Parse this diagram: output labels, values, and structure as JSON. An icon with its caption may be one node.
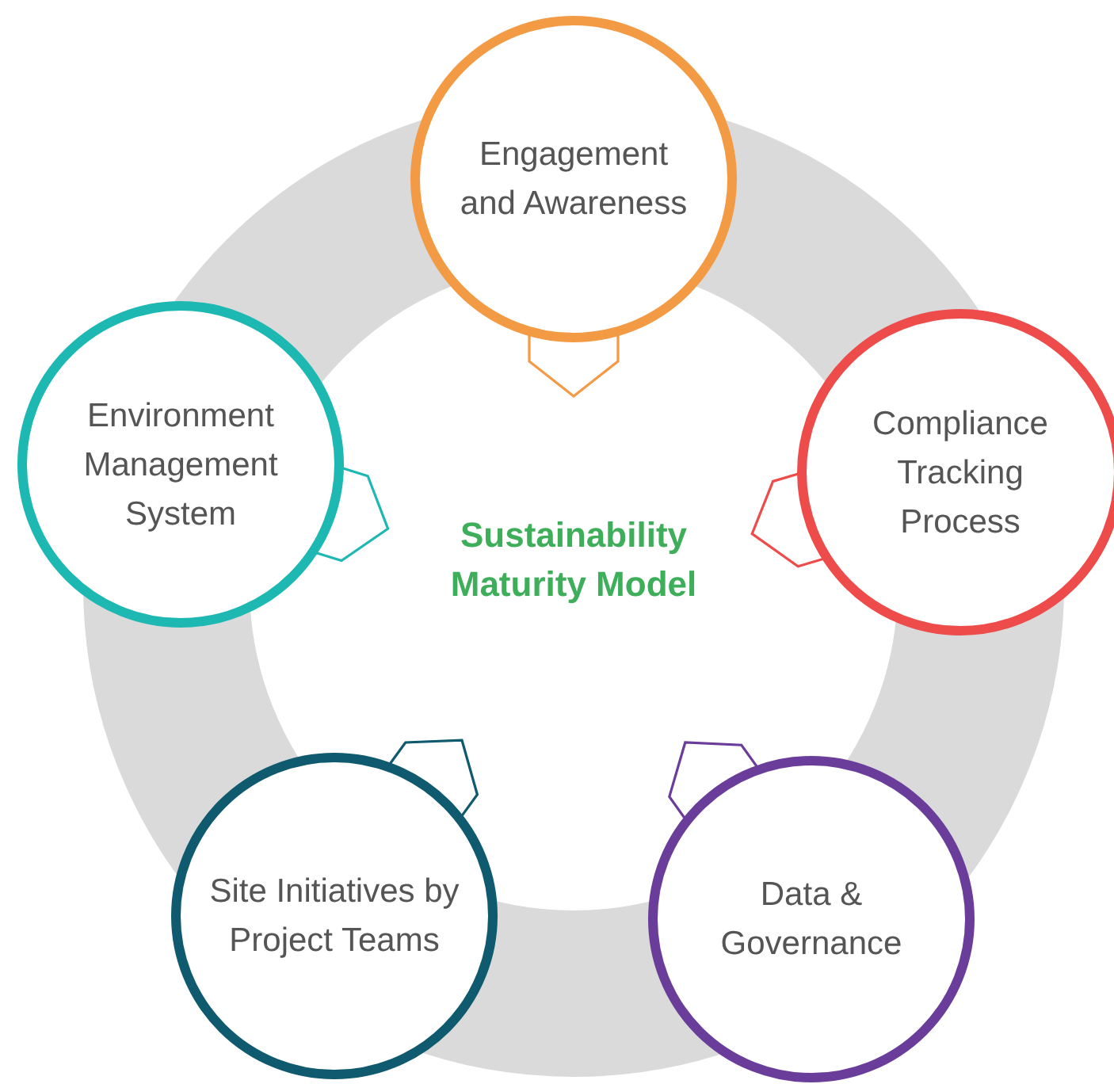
{
  "diagram": {
    "nodes": [
      {
        "text": [
          "Engagement and Awareness"
        ]
      },
      {
        "text": [
          "Compliance Tracking Process"
        ]
      },
      {
        "text": [
          "Data & Governance"
        ]
      },
      {
        "text": [
          "Site Initiatives by Project Teams"
        ]
      },
      {
        "text": [
          "Environment Management System"
        ]
      }
    ],
    "edges": [],
    "labels": [
      "Sustainability Maturity Model"
    ]
  }
}
